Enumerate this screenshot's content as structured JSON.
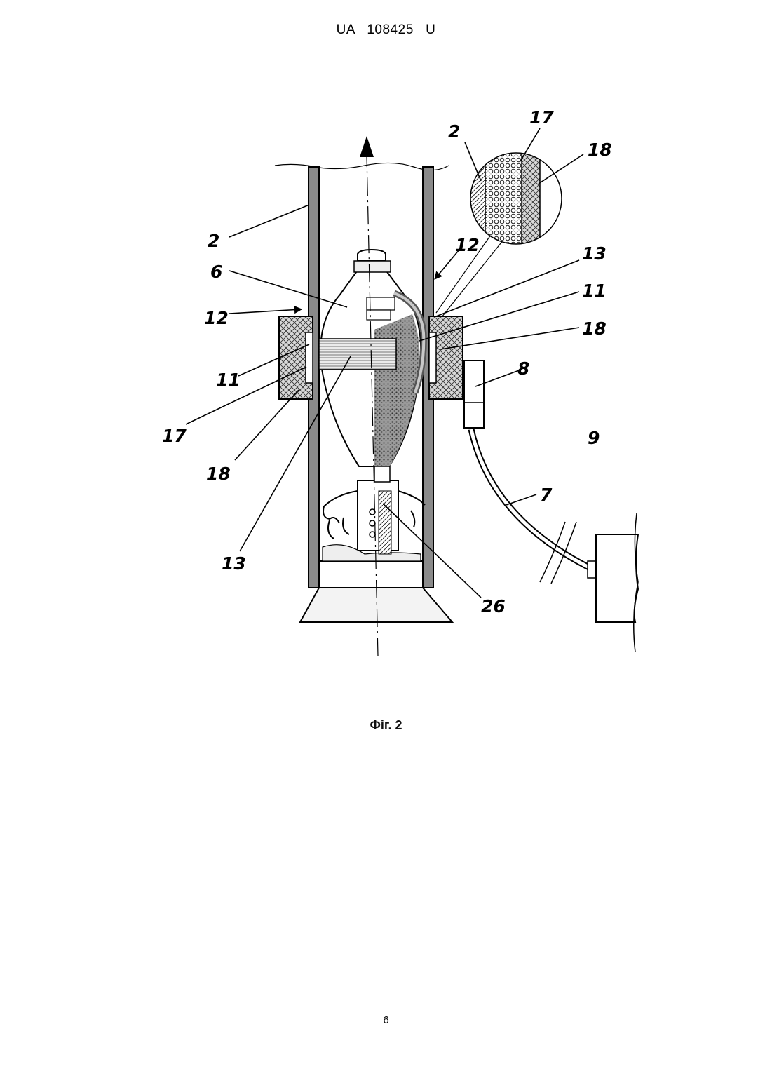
{
  "document": {
    "header": "UA   108425   U",
    "caption": "Фіг. 2",
    "page_number": "6"
  },
  "figure": {
    "labels": {
      "pipe_left": "2",
      "zoom_pipe": "2",
      "zoom_17": "17",
      "zoom_18": "18",
      "part_6": "6",
      "arrow_12_right": "12",
      "arrow_12_left": "12",
      "ring_13_right": "13",
      "magnet_11_right": "11",
      "insul_18_right": "18",
      "magnet_11_left": "11",
      "winding_17_left": "17",
      "insul_18_left": "18",
      "sensor_8": "8",
      "unit_9": "9",
      "cable_7": "7",
      "ring_13_left": "13",
      "part_26": "26"
    }
  }
}
